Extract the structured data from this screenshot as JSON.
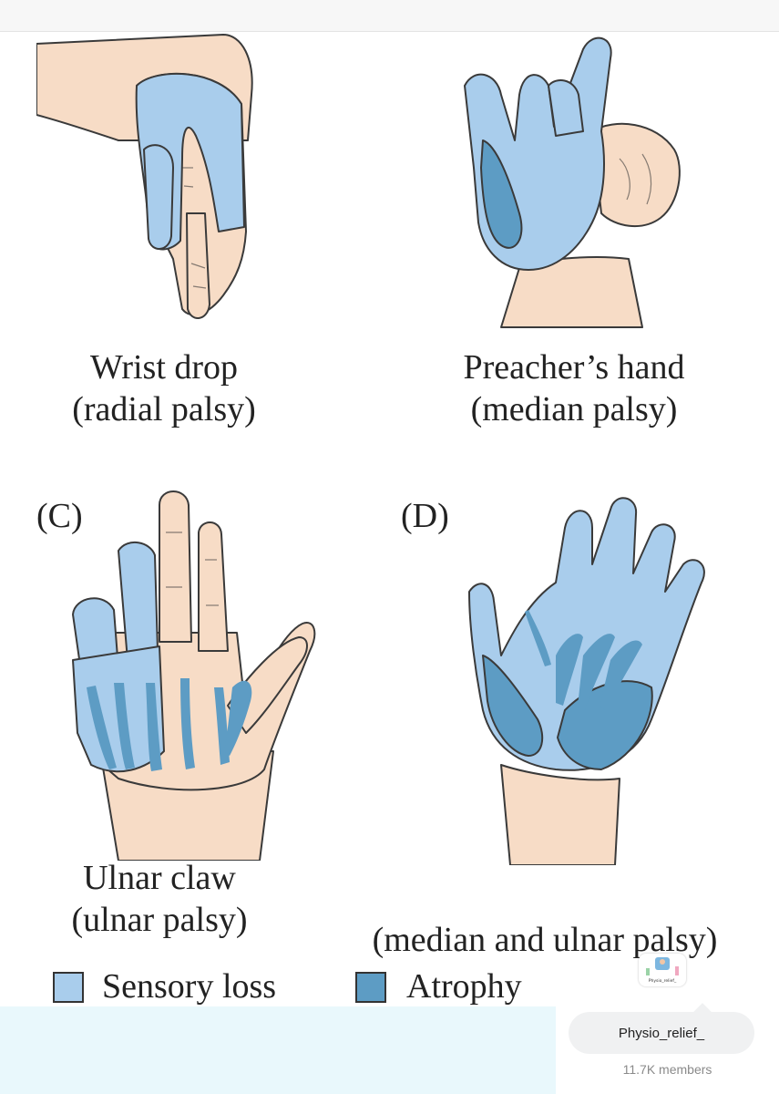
{
  "panels": [
    {
      "letter": "",
      "title": "Wrist drop",
      "subtitle": "(radial palsy)"
    },
    {
      "letter": "",
      "title": "Preacher’s hand",
      "subtitle": "(median palsy)"
    },
    {
      "letter": "(C)",
      "title": "Ulnar claw",
      "subtitle": "(ulnar palsy)"
    },
    {
      "letter": "(D)",
      "title": "",
      "subtitle": "(median and ulnar palsy)"
    }
  ],
  "legend": {
    "sensory_loss": "Sensory loss",
    "atrophy": "Atrophy"
  },
  "colors": {
    "skin": "#f7dcc6",
    "sensory_loss": "#a9cdec",
    "atrophy": "#5d9cc4",
    "outline": "#3a3a3a"
  },
  "group": {
    "name": "Physio_relief_",
    "members": "11.7K members",
    "logo_text": "Physio_relief_"
  }
}
